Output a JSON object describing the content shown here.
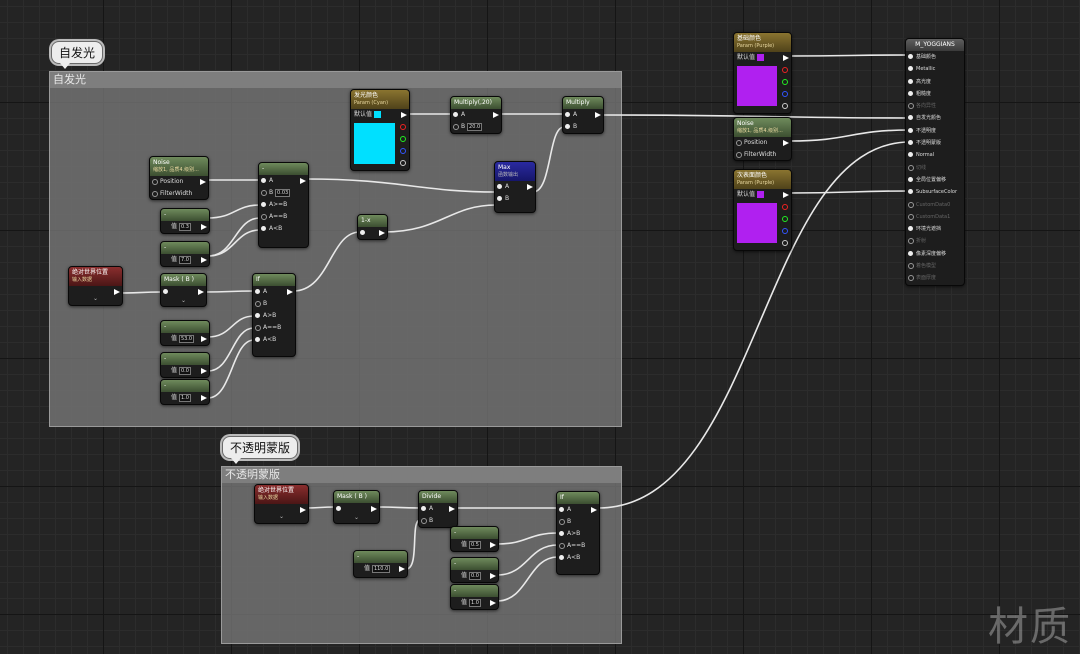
{
  "comments": {
    "emissive": {
      "bubble": "自发光",
      "header": "自发光"
    },
    "opacity": {
      "bubble": "不透明蒙版",
      "header": "不透明蒙版"
    }
  },
  "nodes": {
    "noise1": {
      "title": "Noise",
      "sub": "缩放1, 品质4.级别...",
      "pins": [
        "Position",
        "FilterWidth"
      ]
    },
    "subtract1": {
      "title": "-",
      "pins": [
        "A",
        "B"
      ],
      "b_val": "0.03",
      "more": [
        "A>=B",
        "A==B",
        "A<B"
      ]
    },
    "const_03": {
      "title": "-",
      "label": "值",
      "value": "0.3"
    },
    "const_70": {
      "title": "-",
      "label": "值",
      "value": "7.0"
    },
    "worldpos1": {
      "title": "绝对世界位置",
      "sub": "输入数据"
    },
    "mask1": {
      "title": "Mask ( B )"
    },
    "if1": {
      "title": "If",
      "pins": [
        "A",
        "B",
        "A>B",
        "A==B",
        "A<B"
      ]
    },
    "const_530": {
      "title": "-",
      "label": "值",
      "value": "53.0"
    },
    "const_00a": {
      "title": "-",
      "label": "值",
      "value": "0.0"
    },
    "const_10a": {
      "title": "-",
      "label": "值",
      "value": "1.0"
    },
    "smallnode": {
      "title": "1-x"
    },
    "emiscolor": {
      "title": "发光颜色",
      "sub": "Param (Cyan)",
      "label": "默认值",
      "color": "#00e0ff"
    },
    "multiply20": {
      "title": "Multiply(,20)",
      "pins": [
        "A",
        "B"
      ],
      "b_val": "20.0"
    },
    "max": {
      "title": "Max",
      "sub": "函数输出",
      "pins": [
        "A",
        "B"
      ]
    },
    "multiply": {
      "title": "Multiply",
      "pins": [
        "A",
        "B"
      ]
    },
    "basecolor": {
      "title": "基础颜色",
      "sub": "Param (Purple)",
      "label": "默认值",
      "color": "#b020f0"
    },
    "noise2": {
      "title": "Noise",
      "sub": "缩放1, 品质4.级别...",
      "pins": [
        "Position",
        "FilterWidth"
      ]
    },
    "subsurface": {
      "title": "次表面颜色",
      "sub": "Param (Purple)",
      "label": "默认值",
      "color": "#b020f0"
    },
    "worldpos2": {
      "title": "绝对世界位置",
      "sub": "输入数据"
    },
    "mask2": {
      "title": "Mask ( B )"
    },
    "divide": {
      "title": "Divide",
      "pins": [
        "A",
        "B"
      ]
    },
    "const_1100": {
      "title": "-",
      "label": "值",
      "value": "110.0"
    },
    "if2": {
      "title": "If",
      "pins": [
        "A",
        "B",
        "A>B",
        "A==B",
        "A<B"
      ]
    },
    "const_05": {
      "title": "-",
      "label": "值",
      "value": "0.5"
    },
    "const_00b": {
      "title": "-",
      "label": "值",
      "value": "0.0"
    },
    "const_10b": {
      "title": "-",
      "label": "值",
      "value": "1.0"
    }
  },
  "material": {
    "title": "M_YOGGIANS",
    "pins": [
      {
        "label": "基础颜色",
        "active": true
      },
      {
        "label": "Metallic",
        "active": true
      },
      {
        "label": "高光度",
        "active": true
      },
      {
        "label": "粗糙度",
        "active": true
      },
      {
        "label": "各向异性",
        "active": false
      },
      {
        "label": "自发光颜色",
        "active": true
      },
      {
        "label": "不透明度",
        "active": true
      },
      {
        "label": "不透明蒙版",
        "active": true
      },
      {
        "label": "Normal",
        "active": true
      },
      {
        "label": "切线",
        "active": false
      },
      {
        "label": "全局位置偏移",
        "active": true
      },
      {
        "label": "SubsurfaceColor",
        "active": true
      },
      {
        "label": "CustomData0",
        "active": false
      },
      {
        "label": "CustomData1",
        "active": false
      },
      {
        "label": "环境光遮挡",
        "active": true
      },
      {
        "label": "折射",
        "active": false
      },
      {
        "label": "像素深度偏移",
        "active": true
      },
      {
        "label": "着色模型",
        "active": false
      },
      {
        "label": "表面厚度",
        "active": false
      }
    ]
  },
  "watermark": "材质"
}
